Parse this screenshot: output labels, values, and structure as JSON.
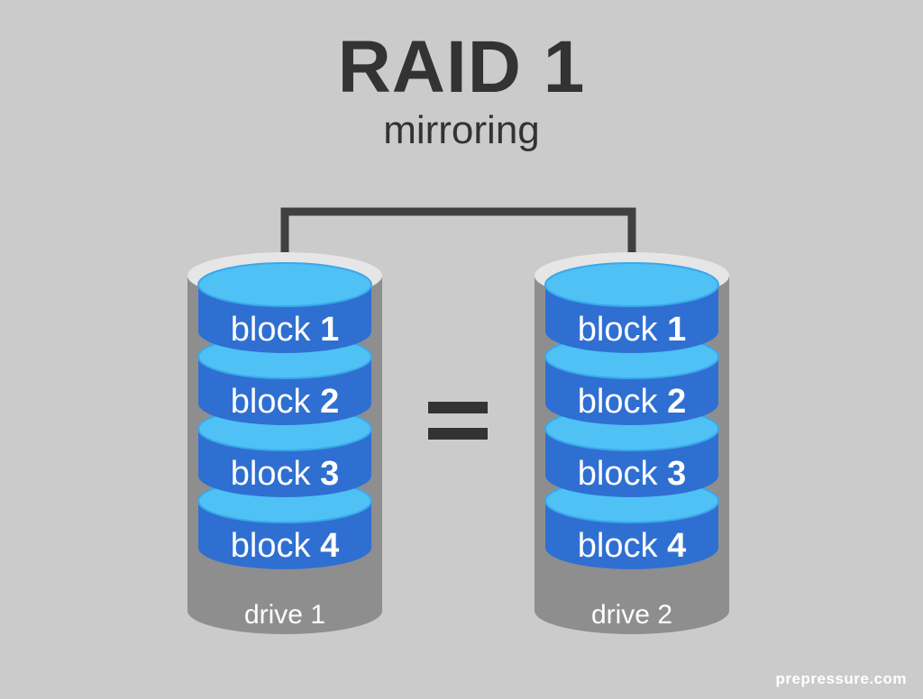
{
  "diagram": {
    "title": "RAID 1",
    "subtitle": "mirroring",
    "equals_sign": "=",
    "watermark": "prepressure.com",
    "drives": [
      {
        "label": "drive 1",
        "blocks": [
          {
            "word": "block",
            "num": "1"
          },
          {
            "word": "block",
            "num": "2"
          },
          {
            "word": "block",
            "num": "3"
          },
          {
            "word": "block",
            "num": "4"
          }
        ]
      },
      {
        "label": "drive 2",
        "blocks": [
          {
            "word": "block",
            "num": "1"
          },
          {
            "word": "block",
            "num": "2"
          },
          {
            "word": "block",
            "num": "3"
          },
          {
            "word": "block",
            "num": "4"
          }
        ]
      }
    ],
    "colors": {
      "background": "#cbcbcb",
      "text_dark": "#333333",
      "connector": "#404040",
      "drive_body": "#8e8e8e",
      "drive_rim": "#e6e6e6",
      "disk_side": "#2f6fd2",
      "disk_top": "#4fc1f5",
      "disk_top_edge": "#3aa8ea"
    }
  }
}
